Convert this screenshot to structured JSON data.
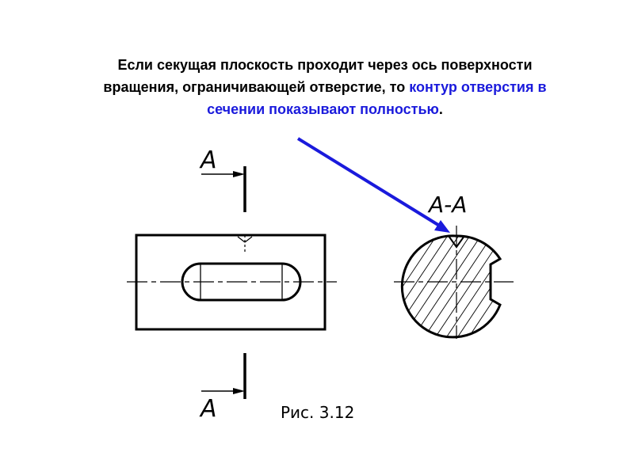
{
  "caption": {
    "line1": "Если секущая плоскость проходит через ось поверхности",
    "line2_black": "вращения, ограничивающей отверстие, то ",
    "line2_blue": "контур отверстия  в",
    "line3_blue": "сечении показывают полностью",
    "line3_end": "."
  },
  "labels": {
    "cut_top": "А",
    "cut_bottom": "А",
    "section": "А-А"
  },
  "figure": {
    "number": "Рис. 3.12"
  },
  "colors": {
    "text": "#000000",
    "highlight": "#1a1adc",
    "arrow": "#1a1adc"
  }
}
